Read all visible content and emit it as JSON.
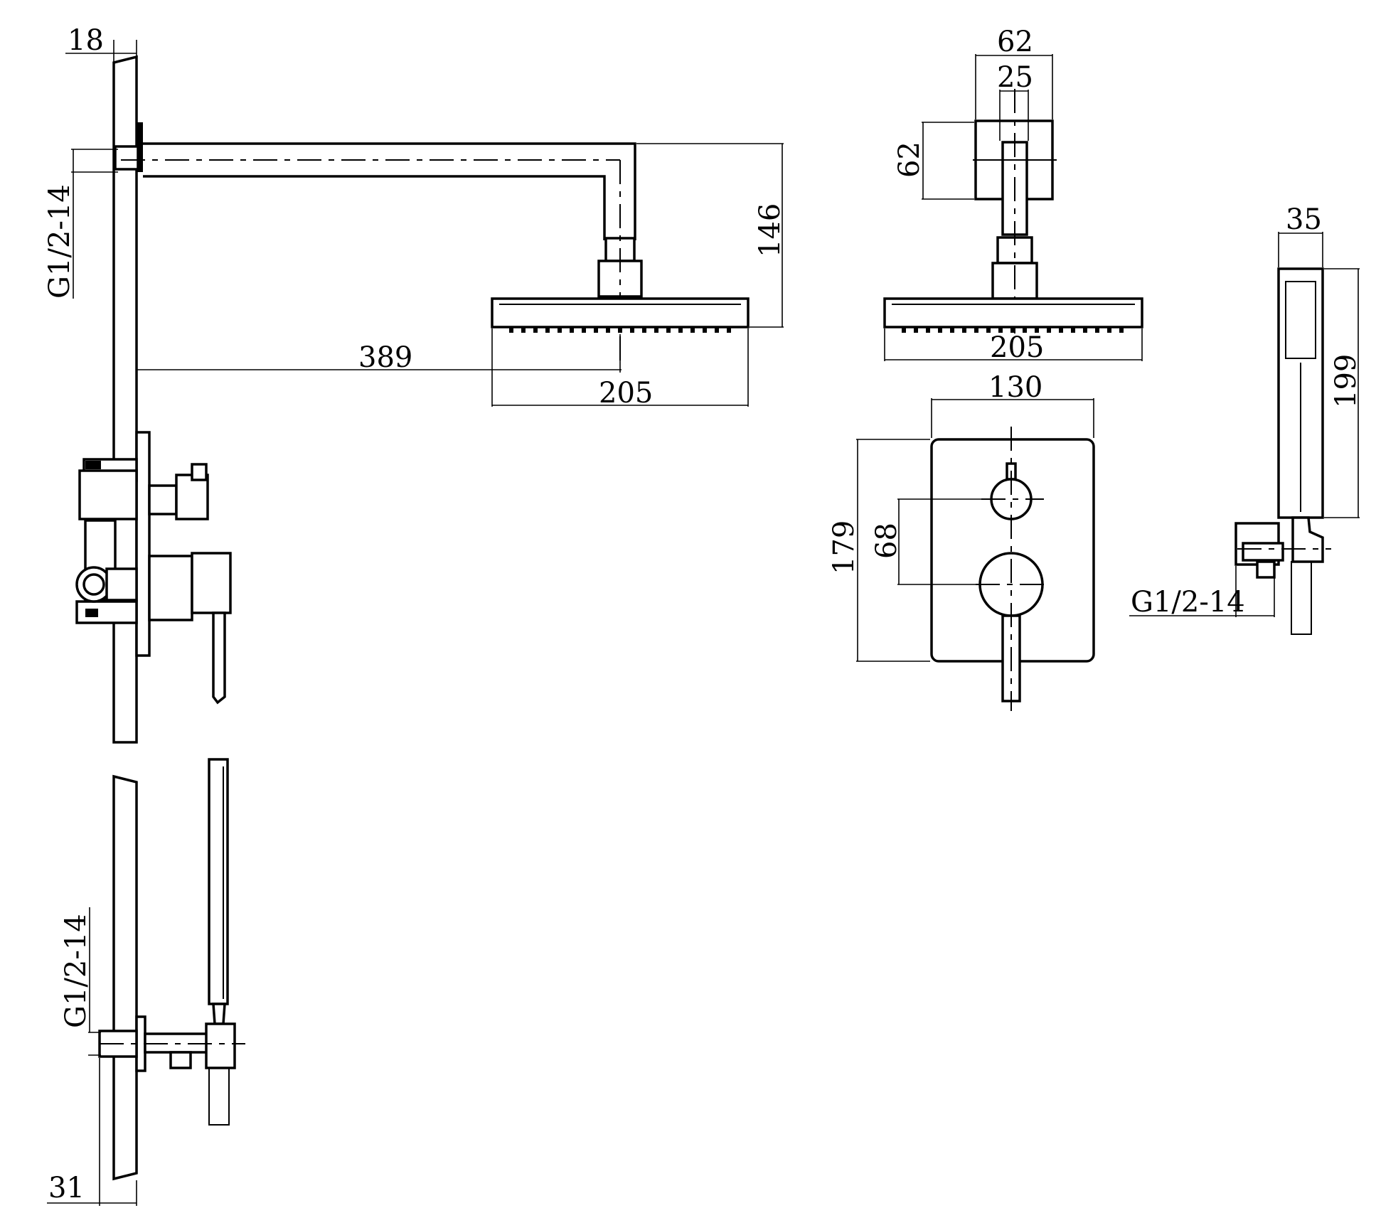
{
  "dimensions": {
    "wall_thickness_top": "18",
    "wall_thickness_bottom": "31",
    "thread_arm": "G1/2-14",
    "thread_elbow": "G1/2-14",
    "thread_holder": "G1/2-14",
    "arm_drop": "146",
    "arm_projection": "389",
    "head_width_side": "205",
    "head_width_front": "205",
    "flange_width": "62",
    "arm_width": "25",
    "flange_height": "62",
    "plate_width": "130",
    "plate_height": "179",
    "handle_spacing": "68",
    "handshower_width": "35",
    "handshower_length": "199"
  },
  "colors": {
    "line": "#000000",
    "background": "#ffffff"
  }
}
